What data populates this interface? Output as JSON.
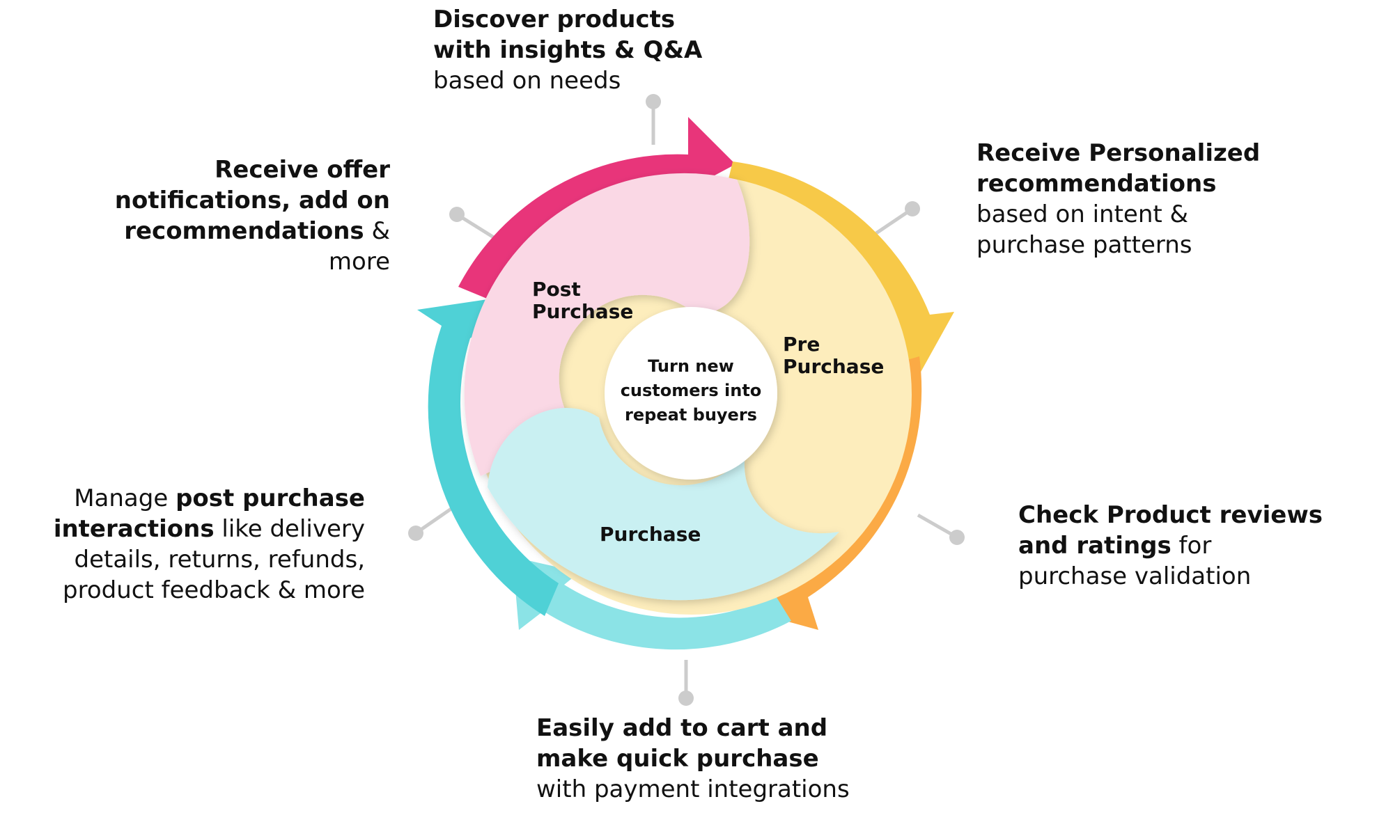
{
  "center": {
    "line1": "Turn new",
    "line2": "customers into",
    "line3": "repeat buyers"
  },
  "stages": {
    "post_purchase": {
      "line1": "Post",
      "line2": "Purchase"
    },
    "pre_purchase": {
      "line1": "Pre",
      "line2": "Purchase"
    },
    "purchase": {
      "label": "Purchase"
    }
  },
  "callouts": {
    "discover": {
      "bold1": "Discover products",
      "bold2": "with insights & Q&A",
      "plain1": "based on needs"
    },
    "personalized": {
      "bold1": "Receive Personalized",
      "bold2": "recommendations",
      "plain1": "based on intent &",
      "plain2": "purchase patterns"
    },
    "reviews": {
      "bold1": "Check Product reviews",
      "bold2": "and ratings",
      "plain_tail": " for",
      "plain1": "purchase validation"
    },
    "cart": {
      "bold1": "Easily add to cart and",
      "bold2": "make quick purchase",
      "plain1": "with payment integrations"
    },
    "post_interactions": {
      "plain_head": "Manage ",
      "bold1": "post purchase",
      "bold2": "interactions",
      "plain_tail": " like delivery",
      "plain1": "details, returns, refunds,",
      "plain2": "product feedback & more"
    },
    "offers": {
      "bold1": "Receive offer",
      "bold2": "notifications, add on",
      "bold3": "recommendations",
      "plain_tail": " &",
      "plain1": "more"
    }
  },
  "colors": {
    "magenta": "#E8357A",
    "yellow": "#F7C948",
    "orange": "#FBAA45",
    "teal": "#4FD1D6",
    "light_teal": "#8BE3E6",
    "pink_fill": "#FAD8E5",
    "yellow_fill": "#FDEDBC",
    "teal_fill": "#C9F0F2",
    "connector": "#CCCCCC"
  }
}
